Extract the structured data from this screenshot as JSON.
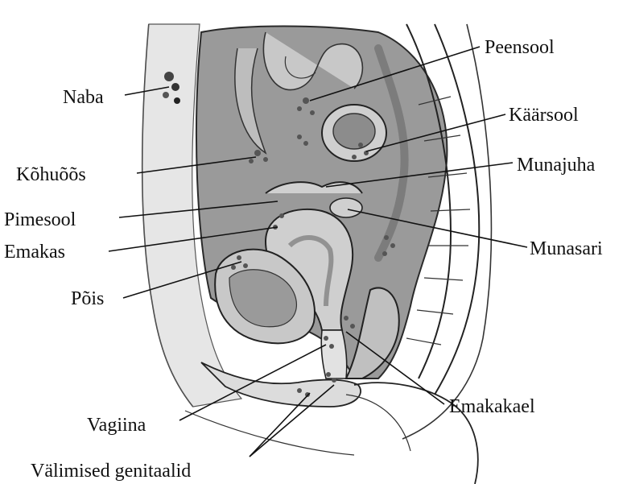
{
  "labels": {
    "naba": "Naba",
    "peensool": "Peensool",
    "kaarsool": "Käärsool",
    "kohuoos": "Kõhuõõs",
    "munajuha": "Munajuha",
    "pimesool": "Pimesool",
    "emakas": "Emakas",
    "munasari": "Munasari",
    "pois": "Põis",
    "vagiina": "Vagiina",
    "emakakael": "Emakakael",
    "valimised": "Välimised genitaalid"
  },
  "colors": {
    "cavity_dark": "#8a8a8a",
    "tissue_mid": "#b4b4b4",
    "tissue_light": "#d8d8d8",
    "outline": "#2a2a2a"
  }
}
